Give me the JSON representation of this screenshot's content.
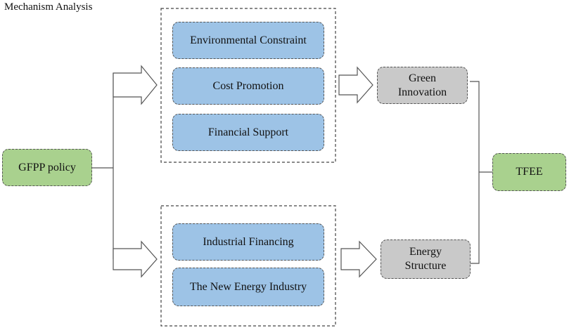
{
  "title": "Mechanism Analysis",
  "nodes": {
    "gfpp": "GFPP policy",
    "env": "Environmental Constraint",
    "cost": "Cost Promotion",
    "fin": "Financial Support",
    "indfin": "Industrial Financing",
    "newenergy": "The New Energy Industry",
    "green_line1": "Green",
    "green_line2": "Innovation",
    "energy_line1": "Energy",
    "energy_line2": "Structure",
    "tfee": "TFEE"
  },
  "colors": {
    "blue": "#9dc3e6",
    "green": "#a9d18e",
    "gray": "#c9c9c9",
    "line": "#555555"
  }
}
